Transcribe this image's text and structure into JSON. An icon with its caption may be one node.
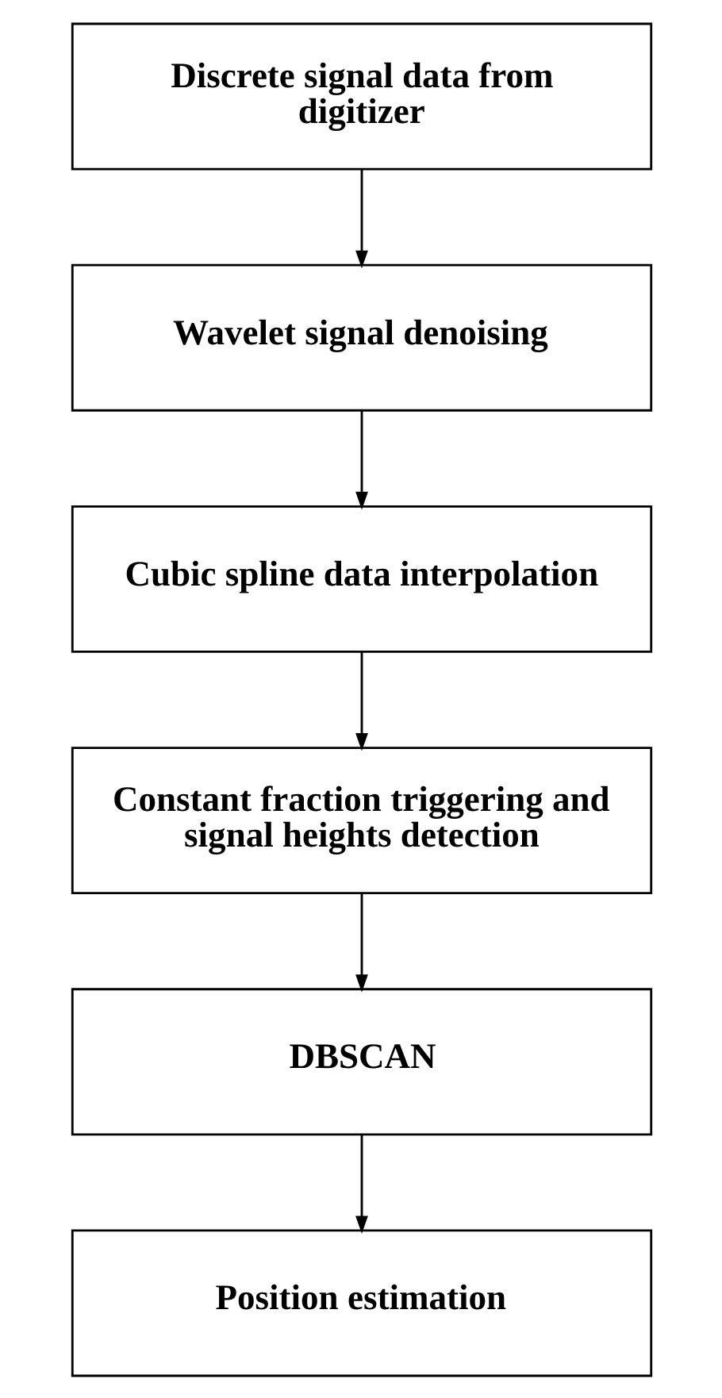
{
  "diagram": {
    "nodes": [
      {
        "text": [
          "Discrete signal data from digitizer"
        ]
      },
      {
        "text": [
          "Wavelet signal denoising"
        ]
      },
      {
        "text": [
          "Cubic spline data interpolation"
        ]
      },
      {
        "text": [
          "Constant fraction triggering and signal heights detection"
        ]
      },
      {
        "text": [
          "DBSCAN"
        ]
      },
      {
        "text": [
          "Position estimation"
        ]
      }
    ],
    "edges": [
      {
        "from": 0,
        "to": 1,
        "arrow": "to"
      },
      {
        "from": 1,
        "to": 2,
        "arrow": "to"
      },
      {
        "from": 2,
        "to": 3,
        "arrow": "to"
      },
      {
        "from": 3,
        "to": 4,
        "arrow": "to"
      },
      {
        "from": 4,
        "to": 5,
        "arrow": "to"
      }
    ]
  }
}
